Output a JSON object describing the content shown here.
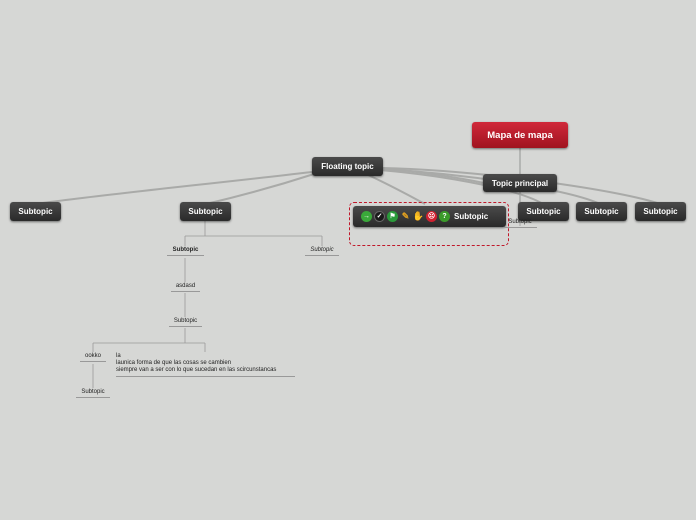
{
  "map": {
    "root": "Mapa de mapa",
    "floating": "Floating topic",
    "main": "Topic principal",
    "topic_label": "Subtopic",
    "small": {
      "s1": "Subtopic",
      "s2": "Subtopic",
      "asdasd": "asdasd",
      "s3": "Subtopic",
      "ookko": "ookko",
      "s4": "Subtopic",
      "s5": "Subtopic",
      "note1": "la",
      "note2": "launica forma de que las cosas se cambien",
      "note3": "siempre van a ser con lo que sucedan en las scircunstancas"
    },
    "icons": [
      "arrow-icon",
      "check-icon",
      "flag-icon",
      "broom-icon",
      "thumbs-up-icon",
      "sad-icon",
      "question-icon"
    ]
  },
  "colors": {
    "background": "#d6d7d5",
    "root": "#b81c2c",
    "node": "#333333",
    "selection": "#c0182a"
  }
}
